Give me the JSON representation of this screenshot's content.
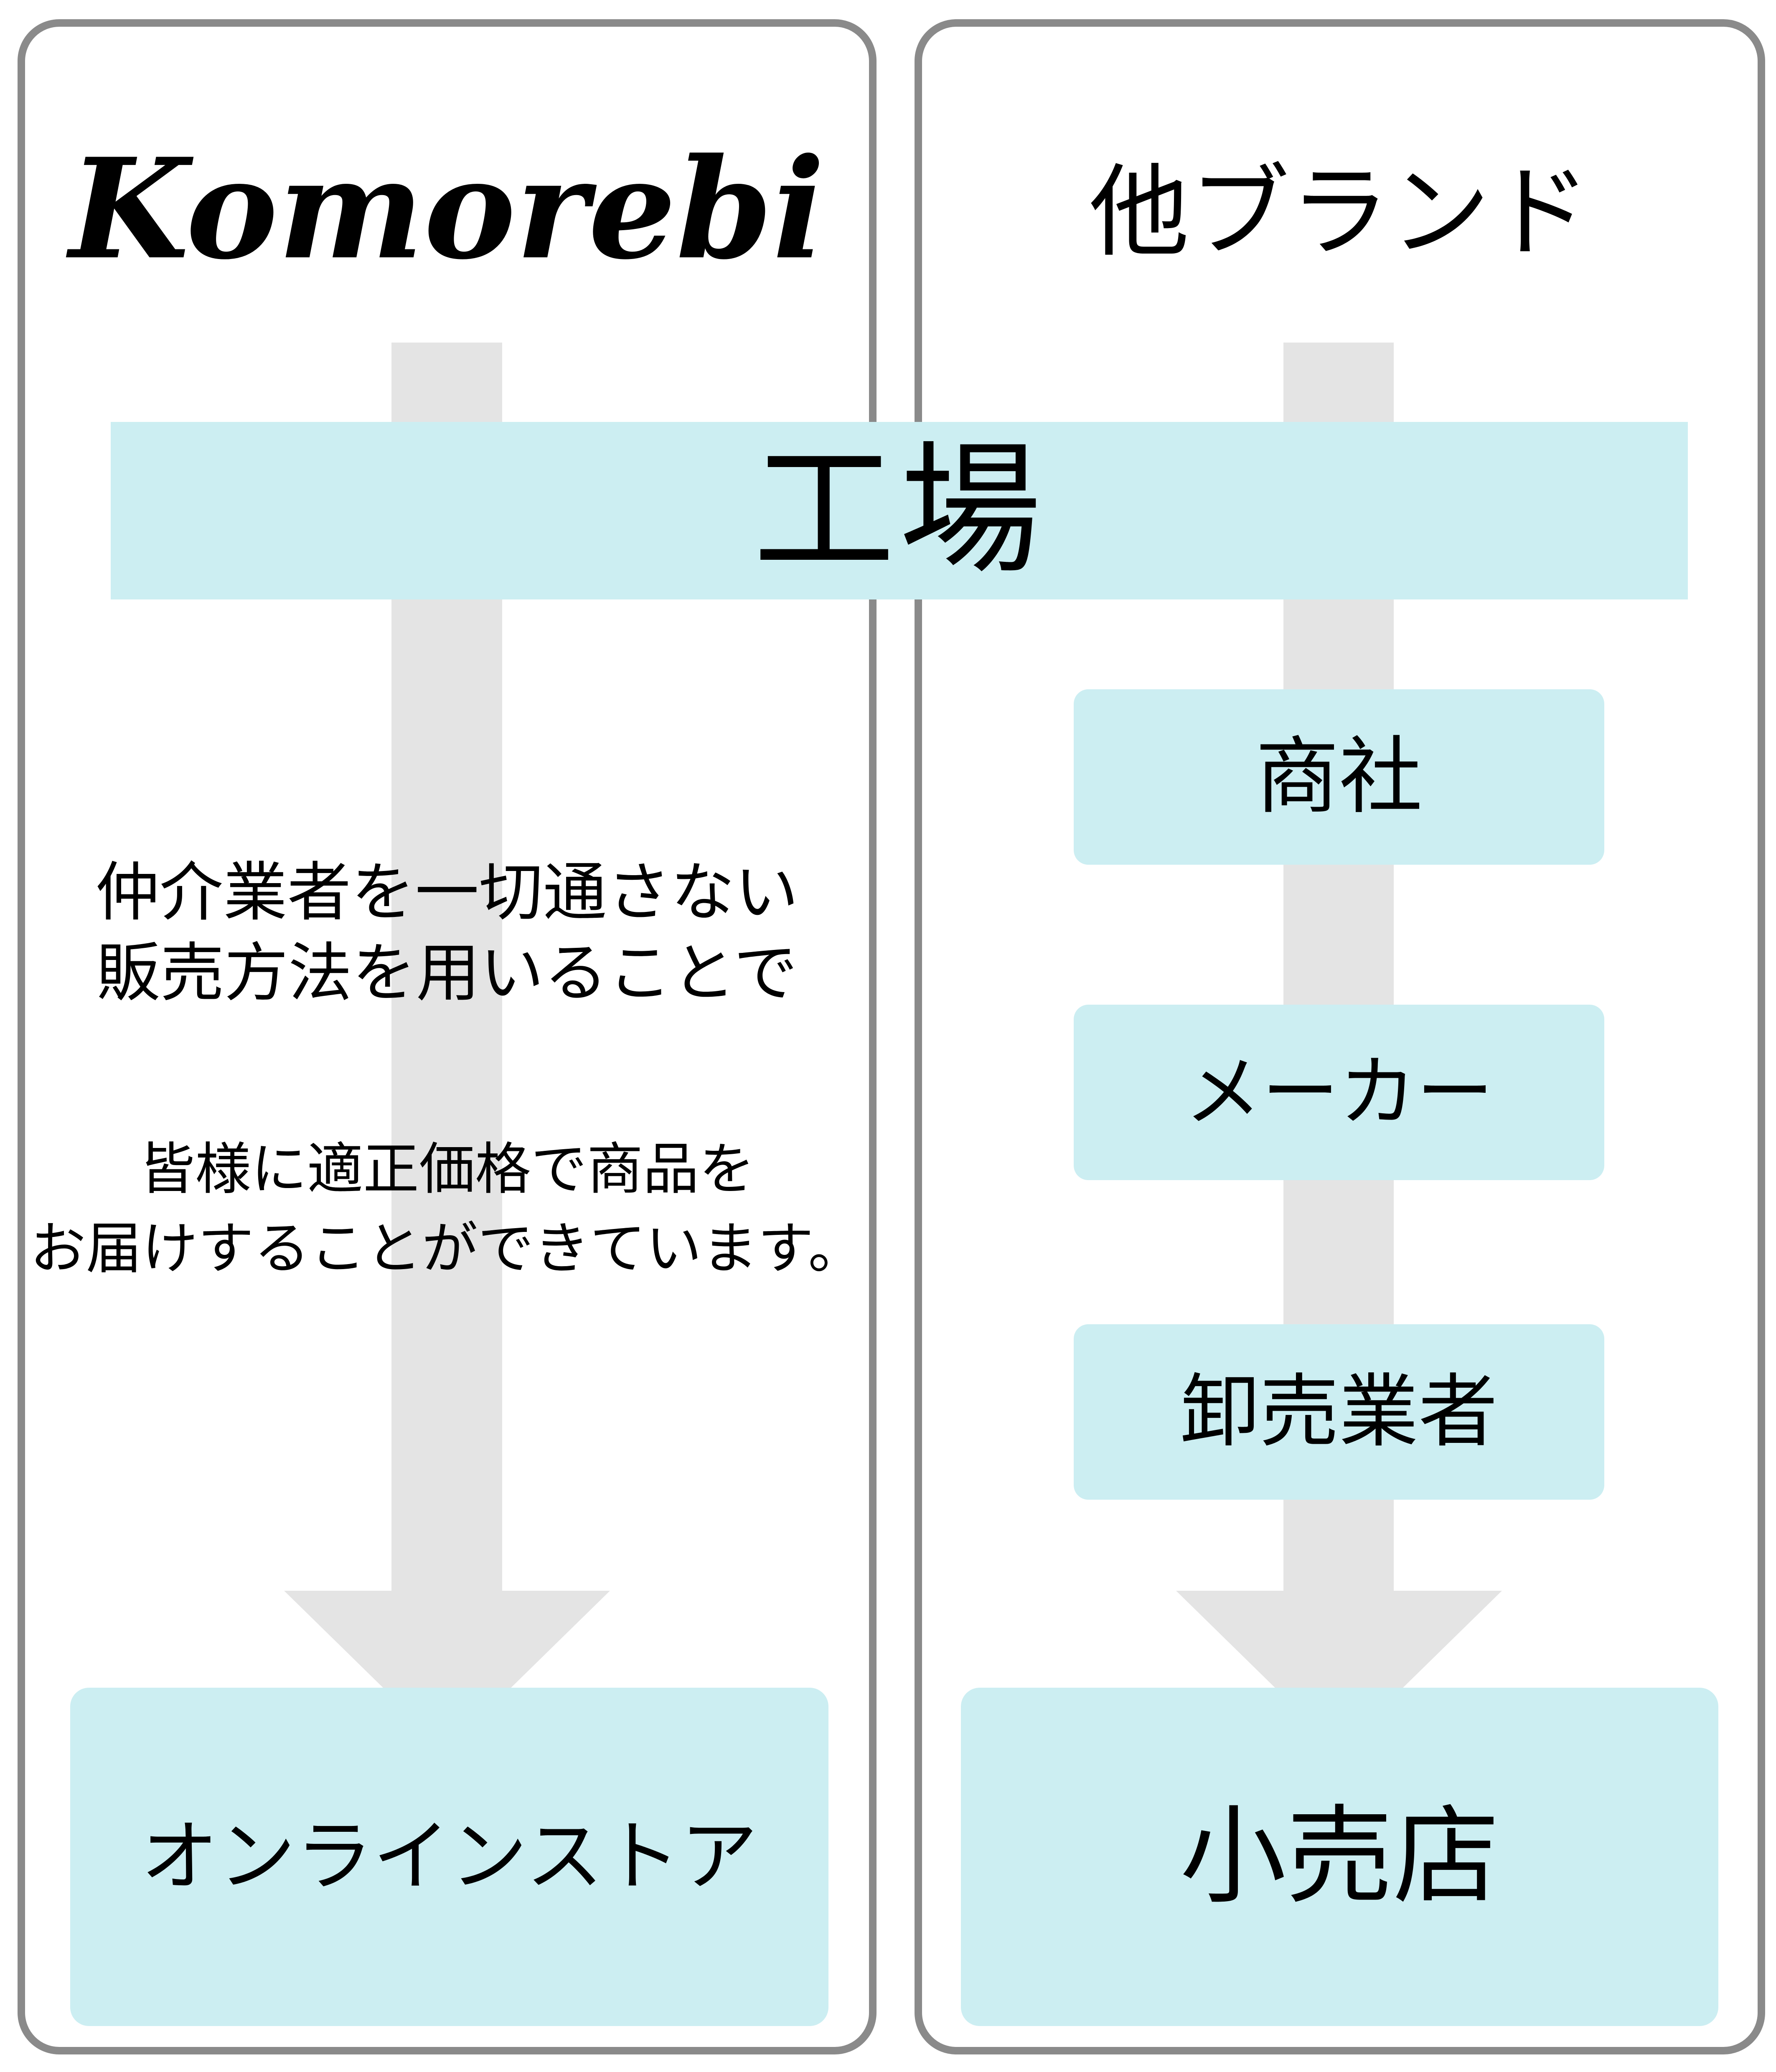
{
  "colors": {
    "panel_border": "#8a8a8a",
    "box_fill": "#cceef2",
    "arrow_fill": "#e4e4e4",
    "text": "#000000"
  },
  "left_panel": {
    "brand_logo": "Komorebi",
    "note1_line1": "仲介業者を一切通さない",
    "note1_line2": "販売方法を用いることで",
    "note2_line1": "皆様に適正価格で商品を",
    "note2_line2": "お届けすることができています。",
    "destination": "オンラインストア"
  },
  "right_panel": {
    "title": "他ブランド",
    "steps": [
      "商社",
      "メーカー",
      "卸売業者"
    ],
    "destination": "小売店"
  },
  "shared": {
    "factory_label": "工場"
  }
}
